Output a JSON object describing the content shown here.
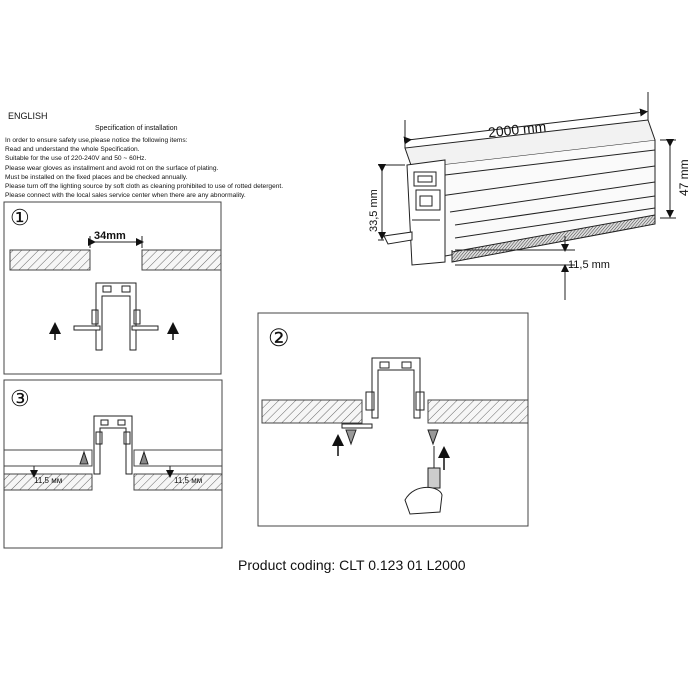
{
  "header": {
    "language": "ENGLISH",
    "title": "Specification of installation",
    "lines": [
      "In order to ensure safety use,please notice the following items:",
      "Read and understand the whole Specification.",
      "Suitable for the use of 220-240V and 50 ~ 60Hz.",
      "Please wear gloves as installment and avoid rot on the surface of plating.",
      "Must be installed on the fixed places and be checked annually.",
      "Please turn off the lighting source by soft cloth as cleaning prohibited to use of rotted detergent.",
      "Please connect with the local sales service center when there are any abnormality."
    ]
  },
  "profile": {
    "length": "2000 mm",
    "height": "47 mm",
    "side": "33,5 mm",
    "depth": "11,5 mm"
  },
  "steps": {
    "one": {
      "number": "①",
      "gap": "34mm"
    },
    "two": {
      "number": "②"
    },
    "three": {
      "number": "③",
      "left_depth": "11,5 мм",
      "right_depth": "11,5 мм"
    }
  },
  "product_coding": "Product coding: CLT 0.123 01 L2000"
}
